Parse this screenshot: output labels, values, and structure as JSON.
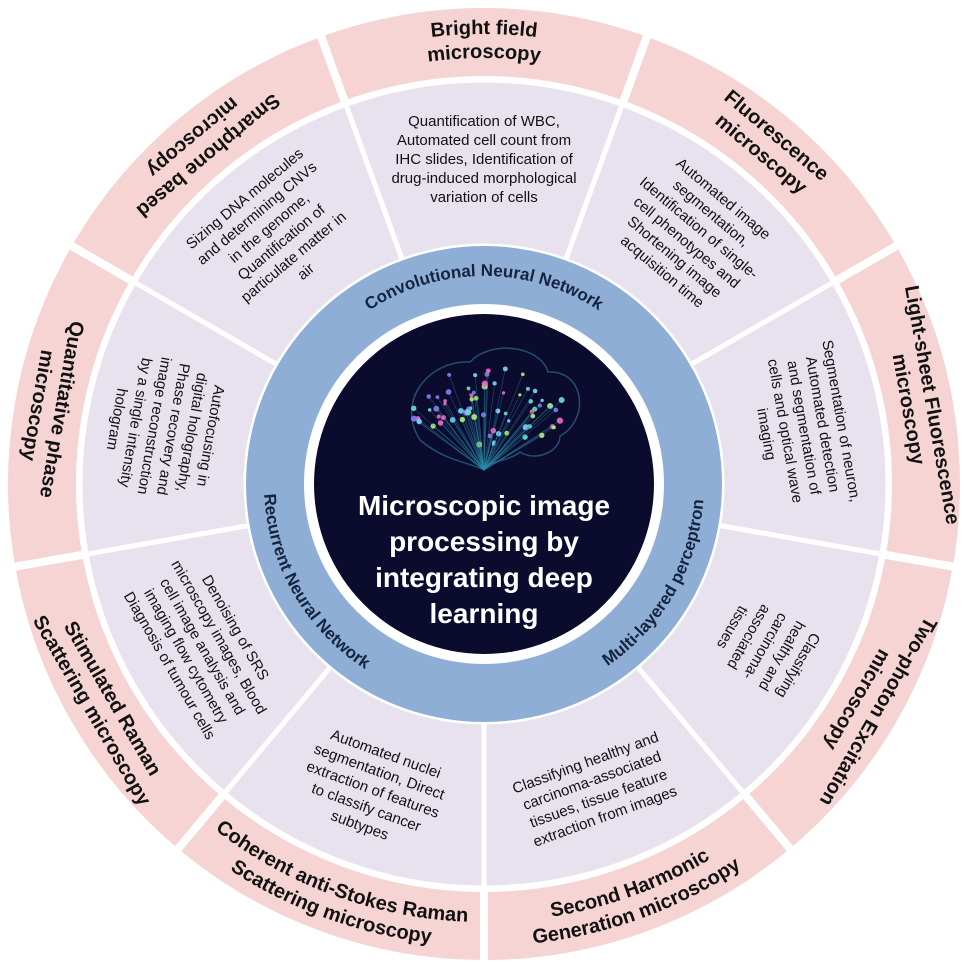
{
  "colors": {
    "outer_ring": "#f7d4d4",
    "outer_stroke": "#ffffff",
    "inner_ring": "#e7e2ee",
    "network_ring": "#8eaed6",
    "core": "#0b0b2e",
    "core_border": "#ffffff"
  },
  "center": {
    "title": "Microscopic image processing by integrating deep learning",
    "illustration": "brain-network-icon"
  },
  "networks": [
    {
      "label": "Convolutional Neural Network"
    },
    {
      "label": "Multi-layered perceptron"
    },
    {
      "label": "Recurrent Neural Network"
    }
  ],
  "sectors": [
    {
      "name": "Fluorescence microscopy",
      "application": [
        "Automated image",
        "segmentation,",
        "Identification of single-",
        "cell phenotypes and",
        "Shortening image",
        "acquisition time"
      ]
    },
    {
      "name": "Light-sheet Fluorescence microscopy",
      "application": [
        "Segmentation of neuron,",
        "Automated detection",
        "and segmentation of",
        "cells and optical wave",
        "imaging"
      ]
    },
    {
      "name": "Two-photon Excitation microscopy",
      "application": [
        "Classifying",
        "healthy and",
        "carcinoma-",
        "associated",
        "tissues"
      ]
    },
    {
      "name": "Second Harmonic Generation microscopy",
      "application": [
        "Classifying healthy and",
        "carcinoma-associated",
        "tissues, tissue feature",
        "extraction from images"
      ]
    },
    {
      "name": "Coherent anti-Stokes Raman Scattering microscopy",
      "application": [
        "Automated nuclei",
        "segmentation, Direct",
        "extraction of features",
        "to classify cancer",
        "subtypes"
      ]
    },
    {
      "name": "Stimulated Raman Scattering microscopy",
      "application": [
        "Denoising of SRS",
        "microscopy images, Blood",
        "cell image analysis and",
        "imaging flow cytometry",
        "Diagnosis of tumour cells"
      ]
    },
    {
      "name": "Quantitative phase microscopy",
      "application": [
        "Autofocusing in",
        "digital holography,",
        "Phase recovery and",
        "image reconstruction",
        "by a single intensity",
        "hologram"
      ]
    },
    {
      "name": "Smartphone based microscopy",
      "application": [
        "Sizing DNA molecules",
        "and determining CNVs",
        "in the genome,",
        "Quantification of",
        "particulate matter in",
        "air"
      ]
    },
    {
      "name": "Bright field microscopy",
      "application": [
        "Quantification of WBC,",
        "Automated cell count from",
        "IHC slides, Identification of",
        "drug-induced morphological",
        "variation of cells"
      ]
    }
  ]
}
